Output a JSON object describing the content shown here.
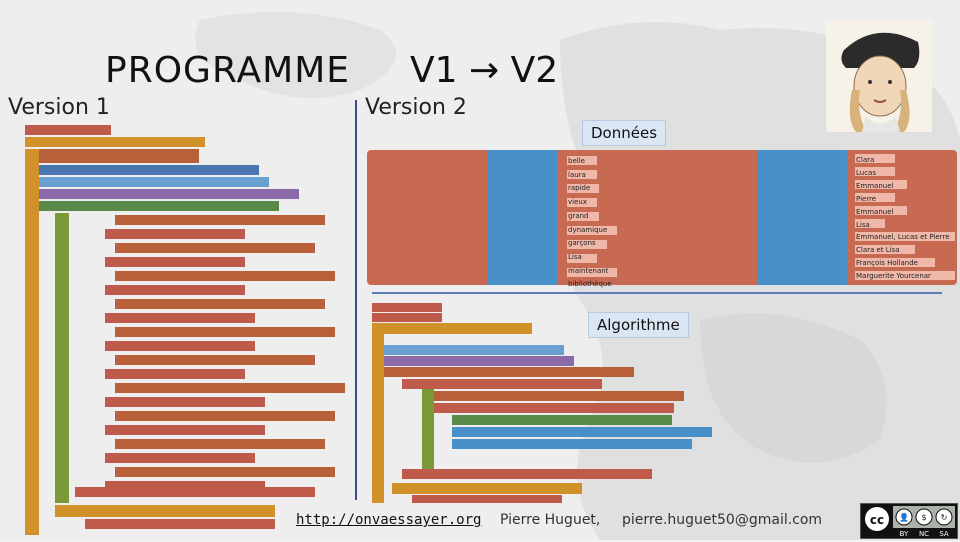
{
  "slide": {
    "title_left": "PROGRAMME",
    "title_right": "V1 → V2",
    "version1_label": "Version 1",
    "version2_label": "Version 2",
    "donnees_label": "Données",
    "algorithme_label": "Algorithme"
  },
  "footer": {
    "link": "http://onvaessayer.org",
    "author": "Pierre Huguet,",
    "email": "pierre.huguet50@gmail.com"
  },
  "license": {
    "icon": "cc-by-nc-sa-icon",
    "labels": [
      "BY",
      "NC",
      "SA"
    ]
  },
  "code_words_right": [
    "belle",
    "laura",
    "rapide",
    "vieux",
    "grand",
    "dynamique",
    "garçons",
    "Lisa",
    "maintenant",
    "bibliothèque"
  ],
  "code_names_right": [
    "Clara",
    "Lucas",
    "Emmanuel",
    "Pierre",
    "Emmanuel",
    "Lisa",
    "Emmanuel, Lucas et Pierre",
    "Clara et Lisa",
    "François Hollande",
    "Marguerite Yourcenar"
  ]
}
